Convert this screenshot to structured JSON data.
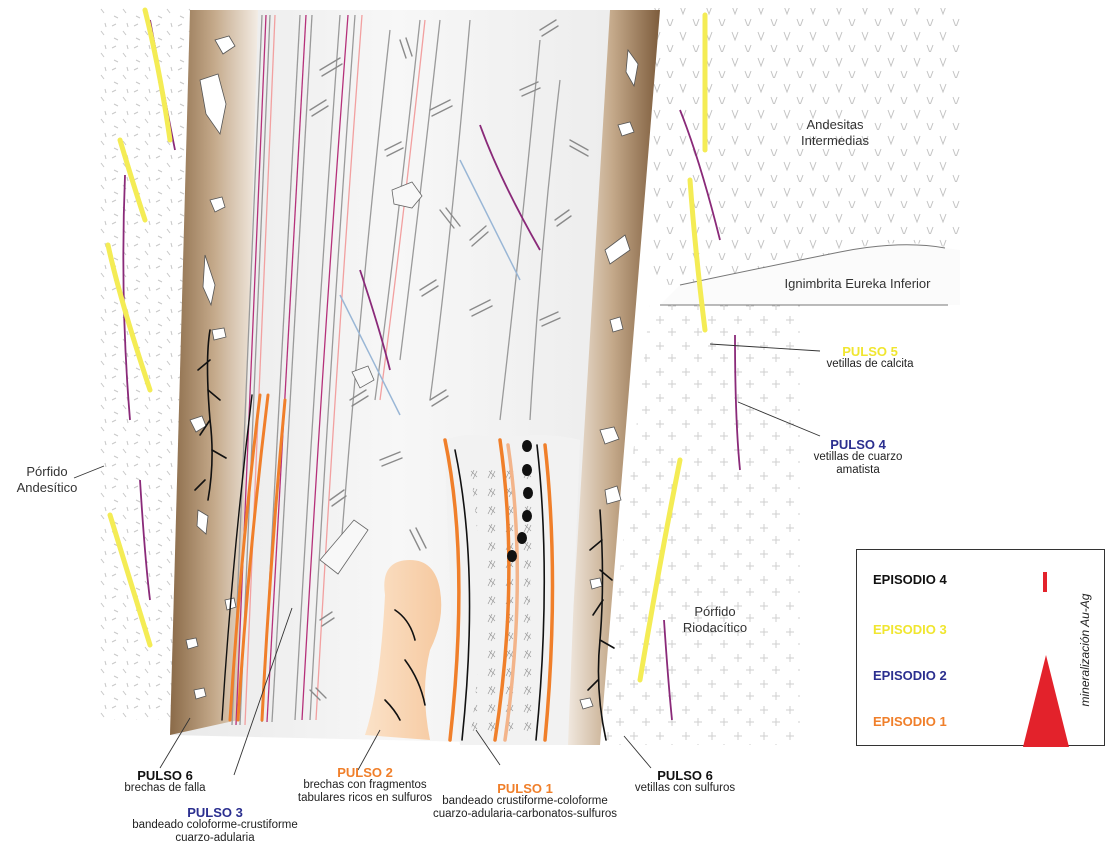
{
  "rock_units": {
    "andesitas": [
      "Andesitas",
      "Intermedias"
    ],
    "ignimbrita": "Ignimbrita Eureka Inferior",
    "porfido_andesitico": [
      "Pórfido",
      "Andesítico"
    ],
    "porfido_riodacitico": [
      "Pórfido",
      "Riodacítico"
    ]
  },
  "pulses": {
    "p5": {
      "title": "PULSO 5",
      "desc": "vetillas de calcita",
      "color": "#f0e630"
    },
    "p4": {
      "title": "PULSO 4",
      "desc": [
        "vetillas de cuarzo",
        "amatista"
      ],
      "color": "#2b2f8f"
    },
    "p6_left": {
      "title": "PULSO 6",
      "desc": "brechas de falla",
      "color": "#111111"
    },
    "p6_right": {
      "title": "PULSO 6",
      "desc": "vetillas con sulfuros",
      "color": "#111111"
    },
    "p3": {
      "title": "PULSO 3",
      "desc": [
        "bandeado coloforme-crustiforme",
        "cuarzo-adularia"
      ],
      "color": "#2b2f8f"
    },
    "p2": {
      "title": "PULSO 2",
      "desc": [
        "brechas con fragmentos",
        "tabulares ricos en sulfuros"
      ],
      "color": "#f07f2a"
    },
    "p1": {
      "title": "PULSO 1",
      "desc": [
        "bandeado crustiforme-coloforme",
        "cuarzo-adularia-carbonatos-sulfuros"
      ],
      "color": "#f07f2a"
    }
  },
  "legend": {
    "episodes": [
      {
        "label": "EPISODIO 4",
        "color": "#111111"
      },
      {
        "label": "EPISODIO 3",
        "color": "#f0e630"
      },
      {
        "label": "EPISODIO 2",
        "color": "#2b2f8f"
      },
      {
        "label": "EPISODIO 1",
        "color": "#f07f2a"
      }
    ],
    "axis_label": "mineralización Au-Ag",
    "marker_color": "#e3222b"
  }
}
